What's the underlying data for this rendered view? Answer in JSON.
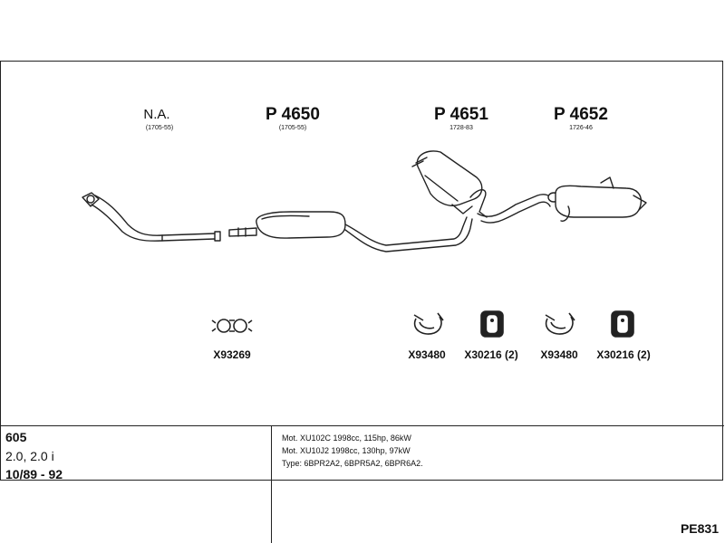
{
  "parts": [
    {
      "code": "N.A.",
      "ref": "(1705-55)"
    },
    {
      "code": "P 4650",
      "ref": "(1705-55)"
    },
    {
      "code": "P 4651",
      "ref": "1728-83"
    },
    {
      "code": "P 4652",
      "ref": "1726-46"
    }
  ],
  "accessories": [
    {
      "label": "X93269",
      "icon": "double-clamp-icon"
    },
    {
      "label": "X93480",
      "icon": "u-clamp-icon"
    },
    {
      "label": "X30216 (2)",
      "icon": "rubber-hanger-icon"
    },
    {
      "label": "X93480",
      "icon": "u-clamp-icon"
    },
    {
      "label": "X30216 (2)",
      "icon": "rubber-hanger-icon"
    }
  ],
  "vehicle": {
    "model": "605",
    "engine": "2.0, 2.0 i",
    "years": "10/89 - 92"
  },
  "engines": [
    "Mot. XU102C 1998cc, 115hp, 86kW",
    "Mot. XU10J2 1998cc, 130hp, 97kW",
    "Type: 6BPR2A2, 6BPR5A2, 6BPR6A2."
  ],
  "diagram_no": "PE831"
}
